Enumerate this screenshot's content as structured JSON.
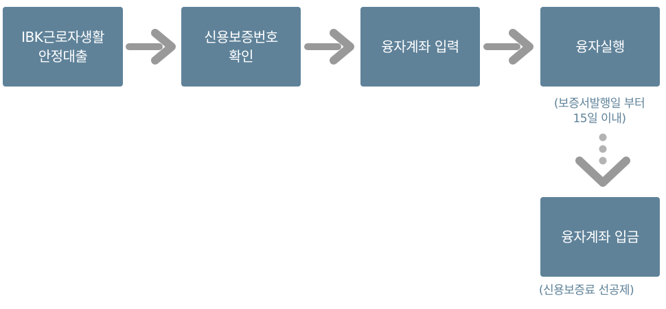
{
  "steps": [
    {
      "line1": "IBK근로자생활",
      "line2": "안정대출"
    },
    {
      "line1": "신용보증번호",
      "line2": "확인"
    },
    {
      "line1": "융자계좌 입력",
      "line2": ""
    },
    {
      "line1": "융자실행",
      "line2": ""
    },
    {
      "line1": "융자계좌 입금",
      "line2": ""
    }
  ],
  "notes": {
    "execution_line1": "(보증서발행일 부터",
    "execution_line2": "15일 이내)",
    "deposit": "(신용보증료 선공제)"
  },
  "colors": {
    "box": "#5f8299",
    "box_text": "#ffffff",
    "arrow": "#999999",
    "note_text": "#5f8299"
  }
}
